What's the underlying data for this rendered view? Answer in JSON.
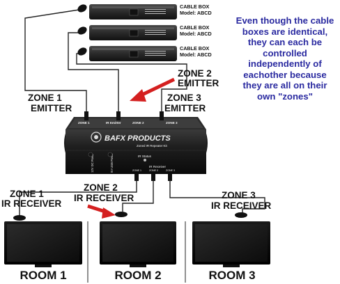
{
  "cable_boxes": [
    {
      "label": "CABLE BOX",
      "model": "Model: ABCD"
    },
    {
      "label": "CABLE BOX",
      "model": "Model: ABCD"
    },
    {
      "label": "CABLE BOX",
      "model": "Model: ABCD"
    }
  ],
  "note": {
    "lines": [
      "Even though the cable",
      "boxes are identical,",
      "they can each be",
      "controlled",
      "independently of",
      "eachother because",
      "they are all on their",
      "own \"zones\""
    ]
  },
  "emitters": {
    "zone1": [
      "ZONE 1",
      "EMITTER"
    ],
    "zone2": [
      "ZONE 2",
      "EMITTER"
    ],
    "zone3": [
      "ZONE 3",
      "EMITTER"
    ]
  },
  "hub": {
    "brand": "BAFX PRODUCTS",
    "subtitle": "Zoned IR Repeater Kit",
    "top_label": "IR Emitter",
    "ports_top": [
      "ZONE 1",
      "ZONE 2",
      "ZONE 3"
    ],
    "port_power_12v": "12V DC Power",
    "port_power_5v": "5V USB Power",
    "ir_status": "IR Status",
    "ir_receiver": "IR Receiver",
    "ports_bottom": [
      "ZONE 1",
      "ZONE 2",
      "ZONE 3"
    ]
  },
  "receivers": {
    "zone1": [
      "ZONE 1",
      "IR RECEIVER"
    ],
    "zone2": [
      "ZONE 2",
      "IR RECEIVER"
    ],
    "zone3": [
      "ZONE 3",
      "IR RECEIVER"
    ]
  },
  "rooms": [
    "ROOM 1",
    "ROOM 2",
    "ROOM 3"
  ],
  "colors": {
    "accent_arrow": "#d42020",
    "note_text": "#2a2aa0"
  }
}
